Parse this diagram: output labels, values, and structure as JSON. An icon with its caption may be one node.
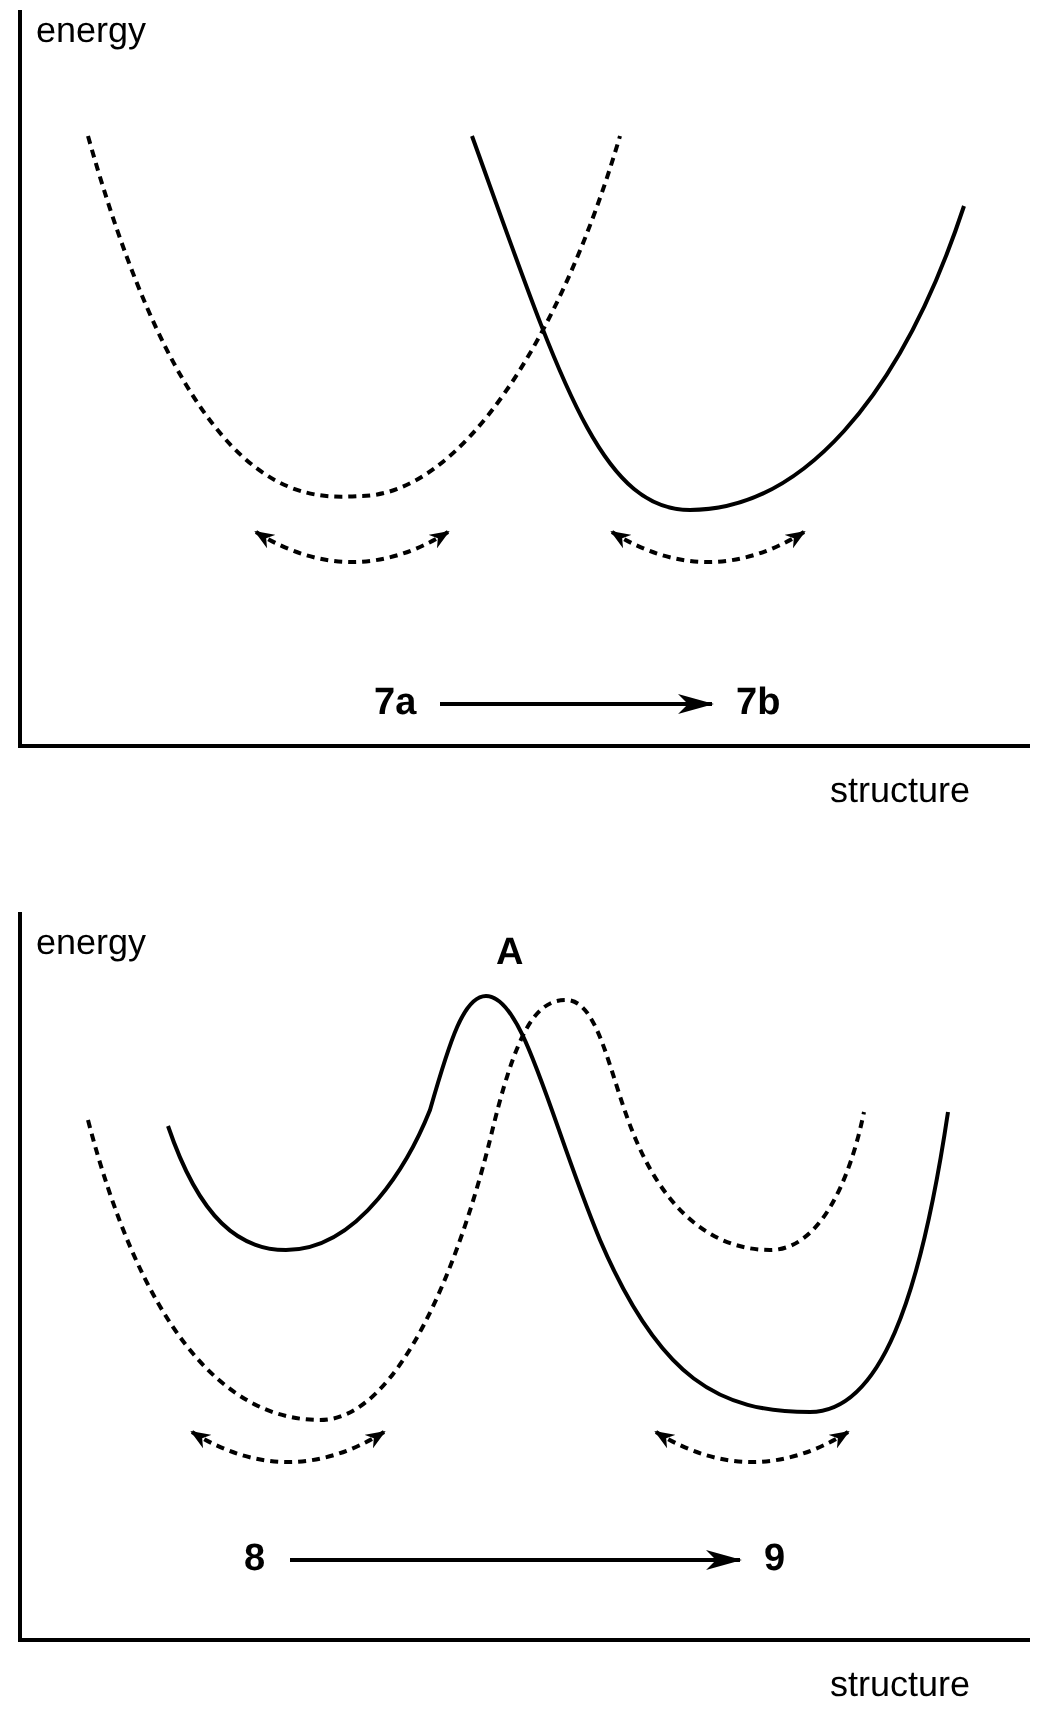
{
  "diagram": {
    "nodes": [
      {
        "text": [
          "7a"
        ]
      },
      {
        "text": [
          "7b"
        ]
      },
      {
        "text": [
          "8"
        ]
      },
      {
        "text": [
          "9"
        ]
      }
    ],
    "edges": [
      {
        "from": 0,
        "to": 1,
        "arrow": "to"
      },
      {
        "from": 2,
        "to": 3,
        "arrow": "to"
      }
    ],
    "labels": [
      "energy",
      "structure",
      "A",
      "energy",
      "structure"
    ]
  }
}
